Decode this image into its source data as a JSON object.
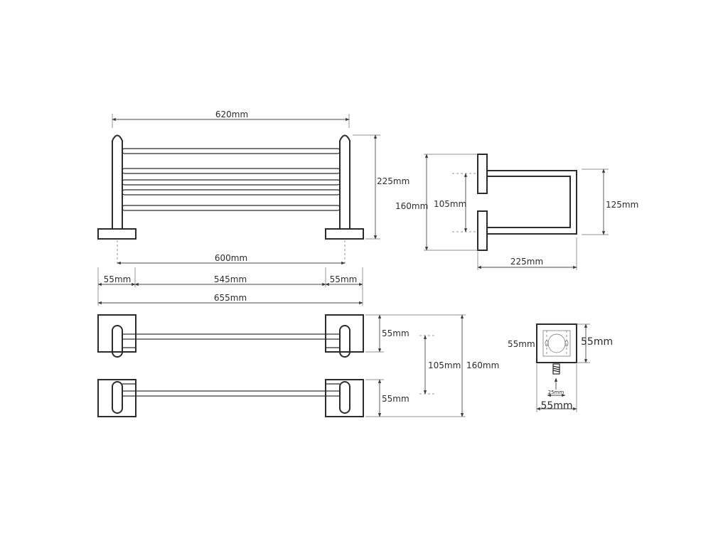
{
  "dimensions": {
    "front_width_total": "620mm",
    "front_height": "225mm",
    "front_inner_width": "600mm",
    "base_left": "55mm",
    "base_middle": "545mm",
    "base_right": "55mm",
    "overall_width": "655mm",
    "side_height_total": "160mm",
    "side_inner_height": "105mm",
    "side_depth_height": "125mm",
    "side_width": "225mm",
    "top_plate_upper": "55mm",
    "top_plate_lower": "55mm",
    "top_inner_spacing": "105mm",
    "top_total_depth": "160mm",
    "plate_height": "55mm",
    "plate_width_right": "55mm",
    "plate_width_bottom": "55mm",
    "screw_offset": "25mm"
  },
  "colors": {
    "line": "#2b2b2b",
    "background": "#ffffff"
  }
}
